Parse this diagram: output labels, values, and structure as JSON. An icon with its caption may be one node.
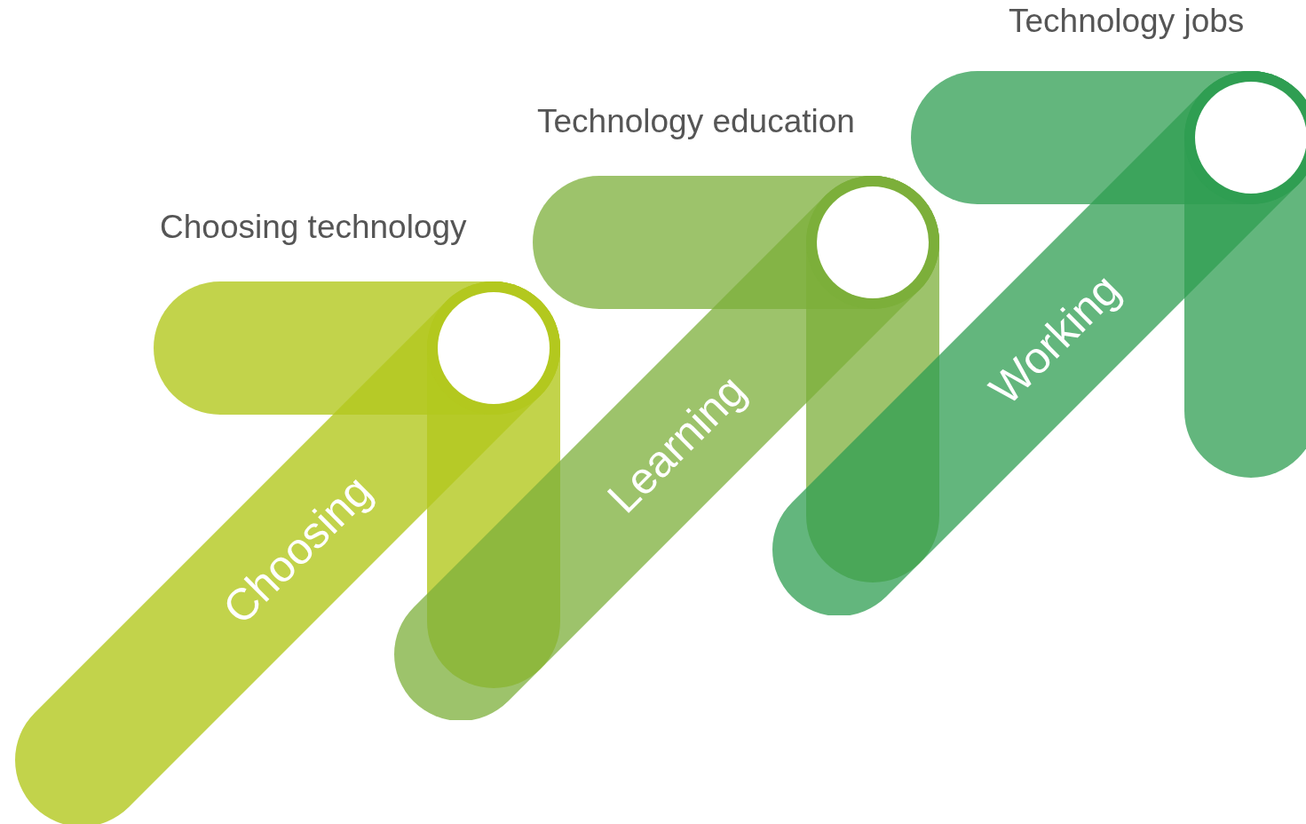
{
  "diagram": {
    "nodes": [
      {
        "text": [
          "Choosing"
        ]
      },
      {
        "text": [
          "Learning"
        ]
      },
      {
        "text": [
          "Working"
        ]
      }
    ],
    "labels": [
      "Choosing technology",
      "Technology education",
      "Technology jobs"
    ]
  }
}
